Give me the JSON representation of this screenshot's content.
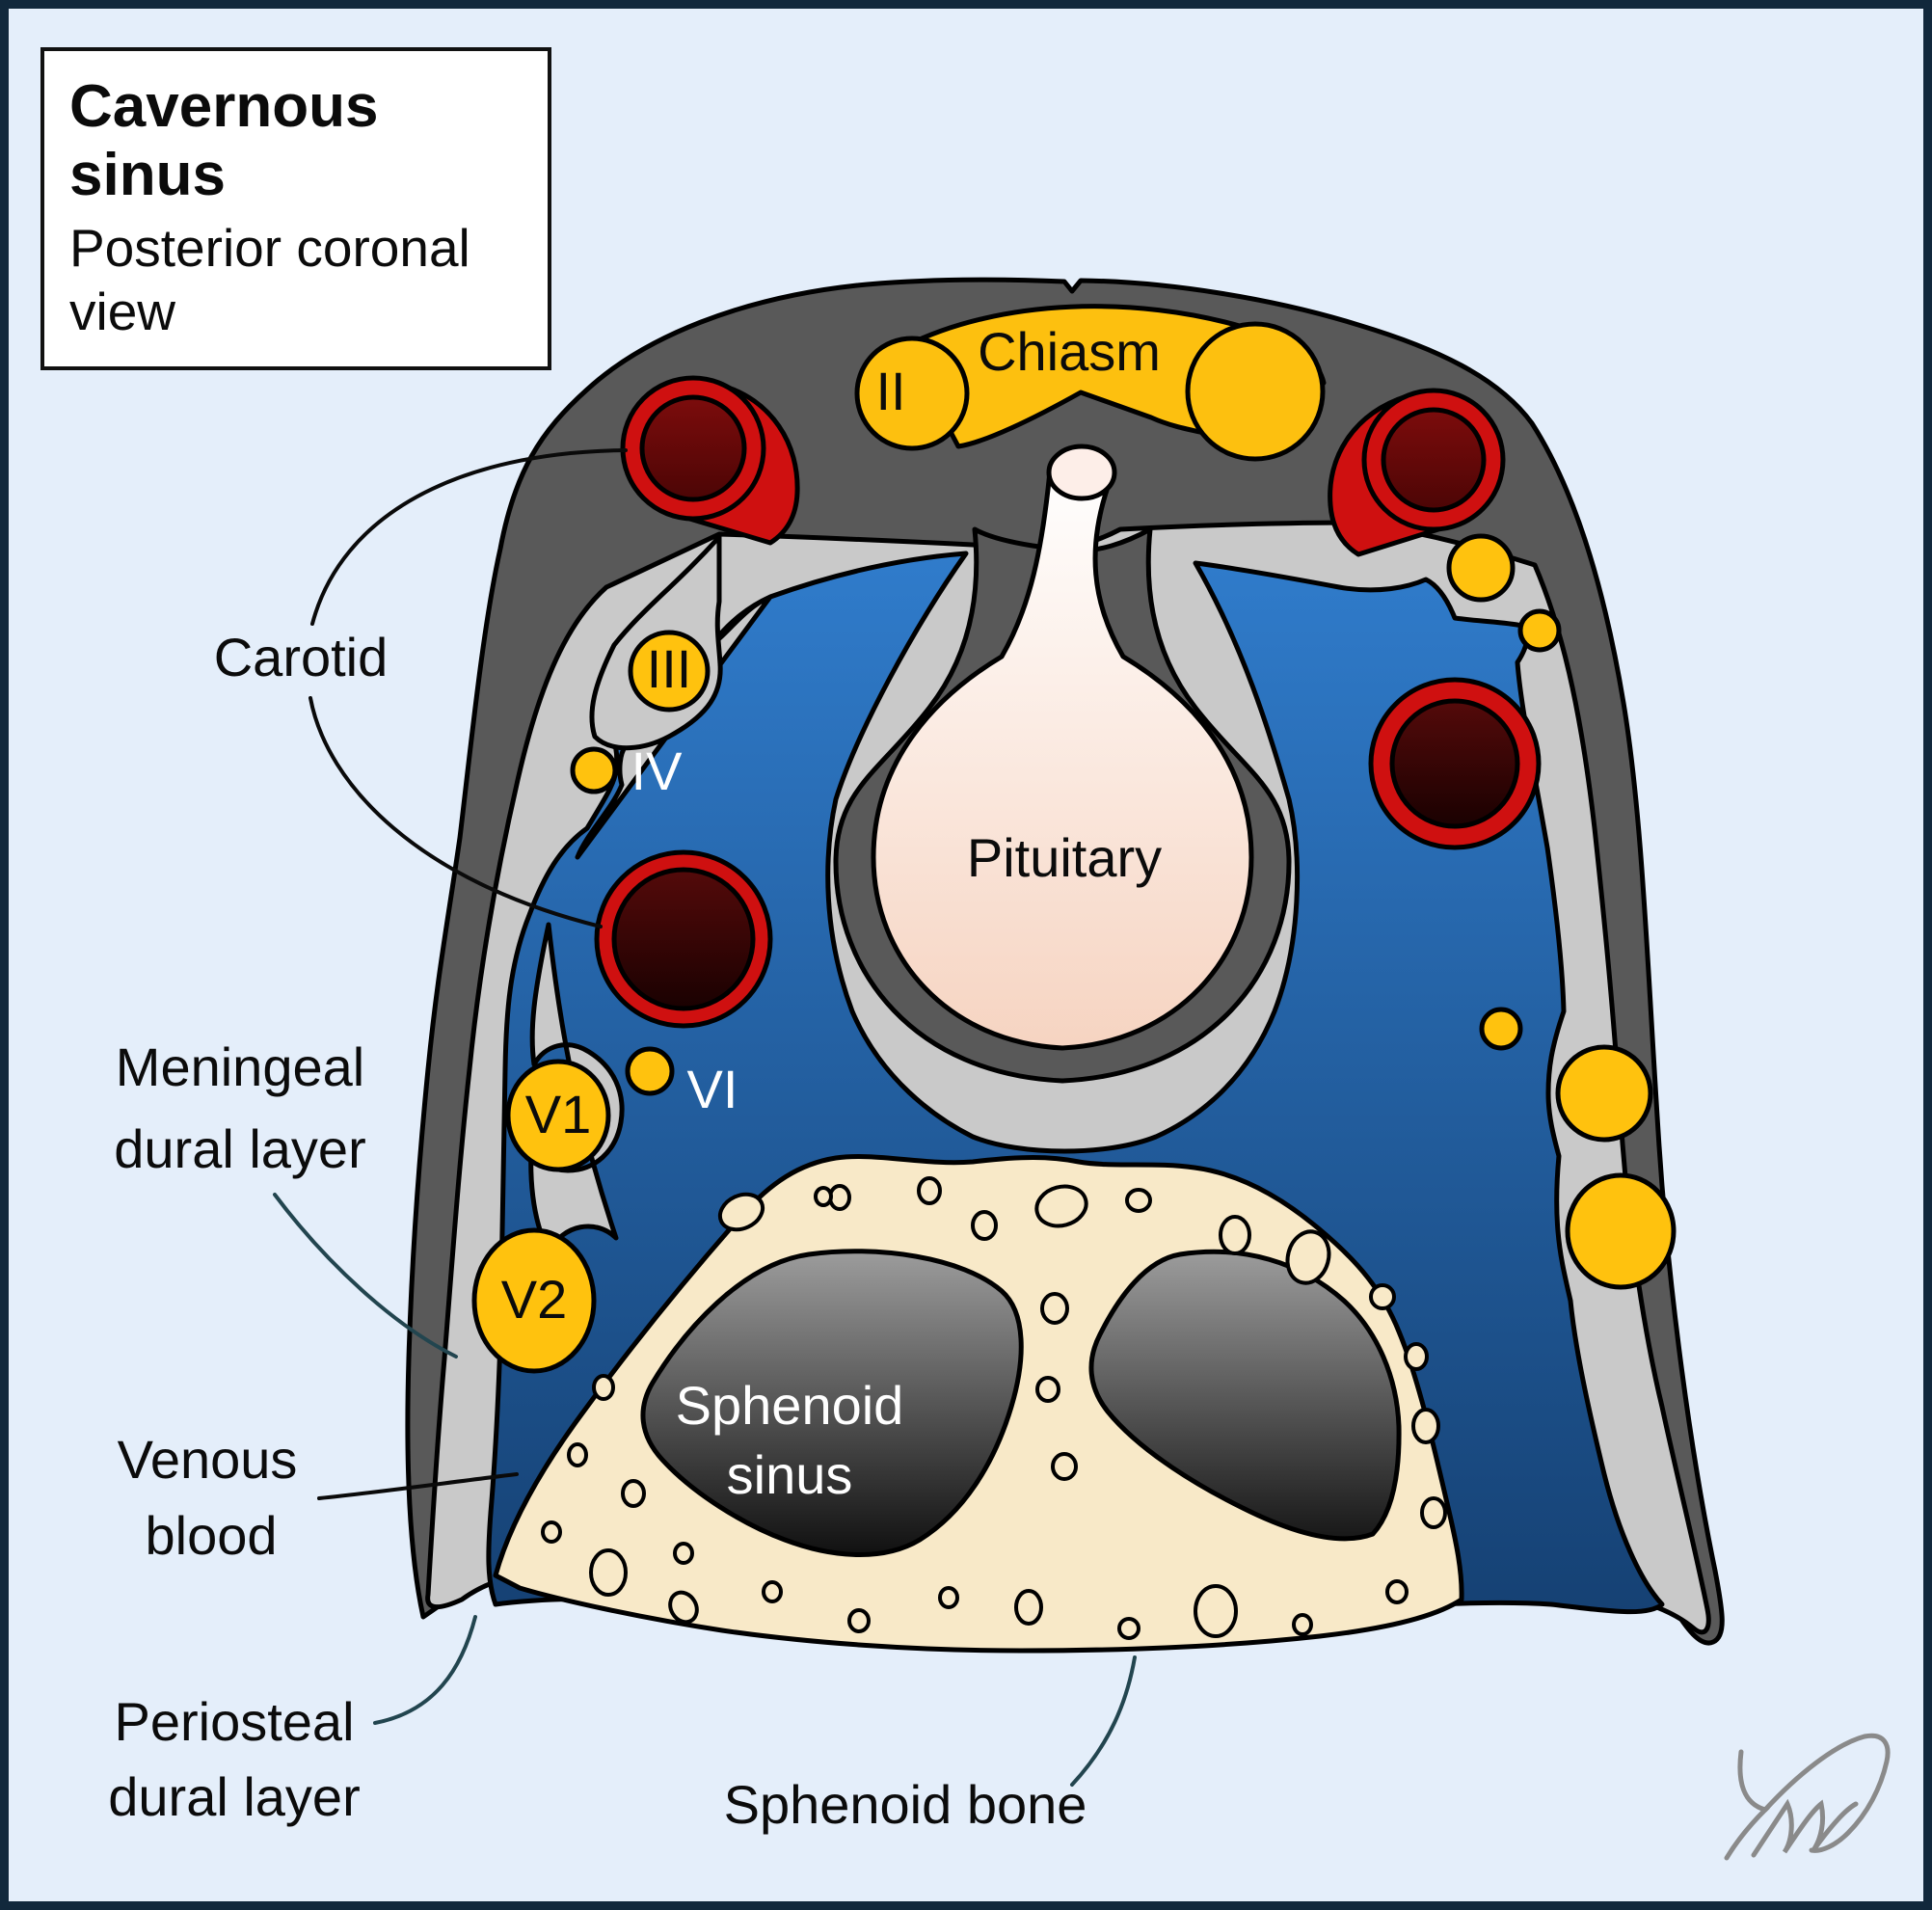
{
  "title": {
    "heading": "Cavernous sinus",
    "subtitle": "Posterior coronal view"
  },
  "labels": {
    "carotid": "Carotid",
    "meningeal_line1": "Meningeal",
    "meningeal_line2": "dural layer",
    "venous_line1": "Venous",
    "venous_line2": "blood",
    "periosteal_line1": "Periosteal",
    "periosteal_line2": "dural layer",
    "sphenoid_bone": "Sphenoid bone",
    "sphenoid_sinus_line1": "Sphenoid",
    "sphenoid_sinus_line2": "sinus",
    "pituitary": "Pituitary",
    "chiasm": "Chiasm"
  },
  "nerves": {
    "optic": "II",
    "oculomotor": "III",
    "trochlear": "IV",
    "abducens": "VI",
    "ophthalmic": "V1",
    "maxillary": "V2"
  },
  "colors": {
    "background": "#e4eefa",
    "frame_border": "#11283c",
    "brain_dura_dark_gray": "#595959",
    "meningeal_light_gray": "#c9c9c9",
    "venous_blue_top": "#3383d6",
    "venous_blue_bottom": "#143e6f",
    "nerve_yellow": "#ffc20e",
    "artery_red": "#cf1010",
    "artery_lumen_dark": "#1a0101",
    "bone_cream": "#f8e9c8",
    "sinus_cavity_top": "#a0a0a0",
    "sinus_cavity_bottom": "#121212",
    "pituitary_top": "#ffffff",
    "pituitary_bottom": "#f6d3c0",
    "leader_teal": "#22454f",
    "signature_gray": "#8a8a8a"
  }
}
